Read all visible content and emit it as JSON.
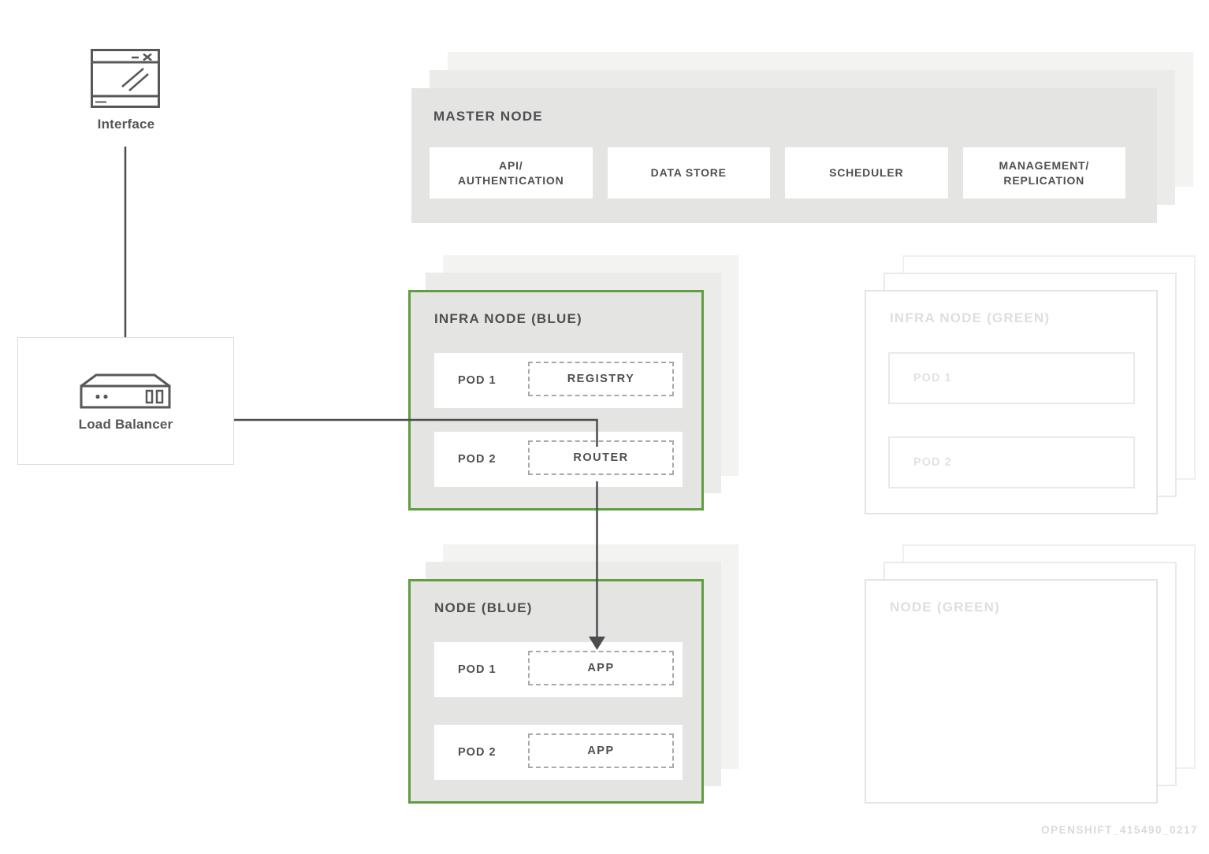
{
  "diagram": {
    "interface": {
      "label": "Interface"
    },
    "load_balancer": {
      "label": "Load Balancer"
    },
    "master_node": {
      "title": "MASTER NODE",
      "components": [
        {
          "line1": "API/",
          "line2": "AUTHENTICATION"
        },
        {
          "line1": "DATA STORE",
          "line2": ""
        },
        {
          "line1": "SCHEDULER",
          "line2": ""
        },
        {
          "line1": "MANAGEMENT/",
          "line2": "REPLICATION"
        }
      ]
    },
    "infra_node_blue": {
      "title": "INFRA NODE (BLUE)",
      "pods": [
        {
          "label": "POD 1",
          "service": "REGISTRY"
        },
        {
          "label": "POD 2",
          "service": "ROUTER"
        }
      ]
    },
    "node_blue": {
      "title": "NODE (BLUE)",
      "pods": [
        {
          "label": "POD 1",
          "service": "APP"
        },
        {
          "label": "POD 2",
          "service": "APP"
        }
      ]
    },
    "infra_node_green": {
      "title": "INFRA NODE (GREEN)",
      "pods": [
        {
          "label": "POD 1"
        },
        {
          "label": "POD 2"
        }
      ]
    },
    "node_green": {
      "title": "NODE (GREEN)"
    },
    "watermark": "OPENSHIFT_415490_0217",
    "colors": {
      "accent_green": "#5f9e41",
      "node_fill": "#e4e4e3",
      "connector_line": "#4c4d4f",
      "faded_gray": "#e2e2e2"
    }
  }
}
